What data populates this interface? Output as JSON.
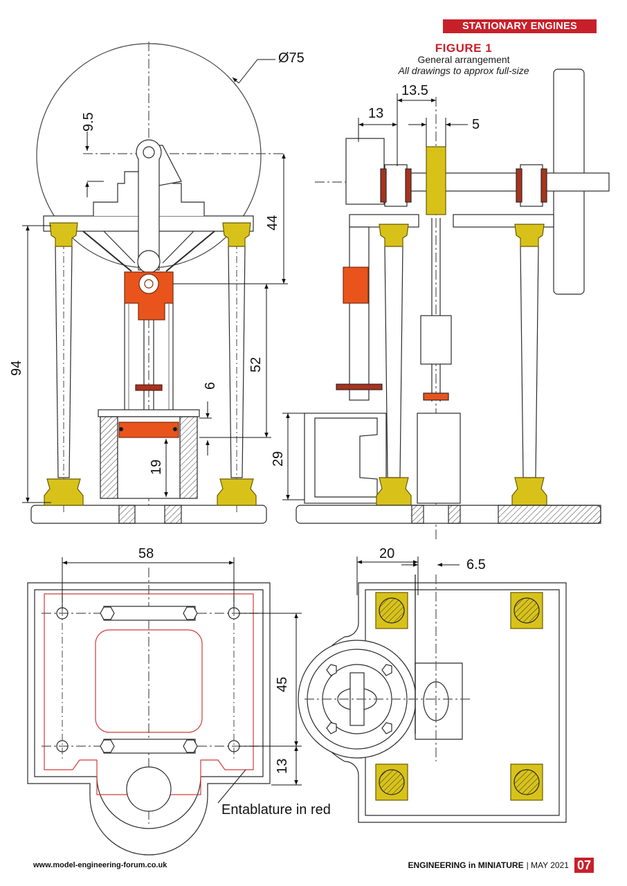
{
  "header": {
    "section_label": "STATIONARY ENGINES",
    "figure_number": "FIGURE 1",
    "figure_title": "General arrangement",
    "figure_note": "All drawings to approx full-size"
  },
  "dimensions": {
    "flywheel_dia": "Ø75",
    "d_9_5": "9.5",
    "d_44": "44",
    "d_94": "94",
    "d_52": "52",
    "d_6": "6",
    "d_19": "19",
    "d_29": "29",
    "d_13_5": "13.5",
    "d_13_top": "13",
    "d_5": "5",
    "d_58": "58",
    "d_45": "45",
    "d_13_plan": "13",
    "d_20": "20",
    "d_6_5": "6.5"
  },
  "labels": {
    "entablature_note": "Entablature in red"
  },
  "footer": {
    "website": "www.model-engineering-forum.co.uk",
    "magazine_bold": "ENGINEERING in MINIATURE",
    "issue": "| MAY 2021",
    "page_number": "07"
  },
  "colors": {
    "accent_red": "#c8202a",
    "part_orange": "#e8541c",
    "part_yellow": "#d8c21a",
    "gland_red": "#a8321e",
    "line": "#2a2a2a"
  }
}
